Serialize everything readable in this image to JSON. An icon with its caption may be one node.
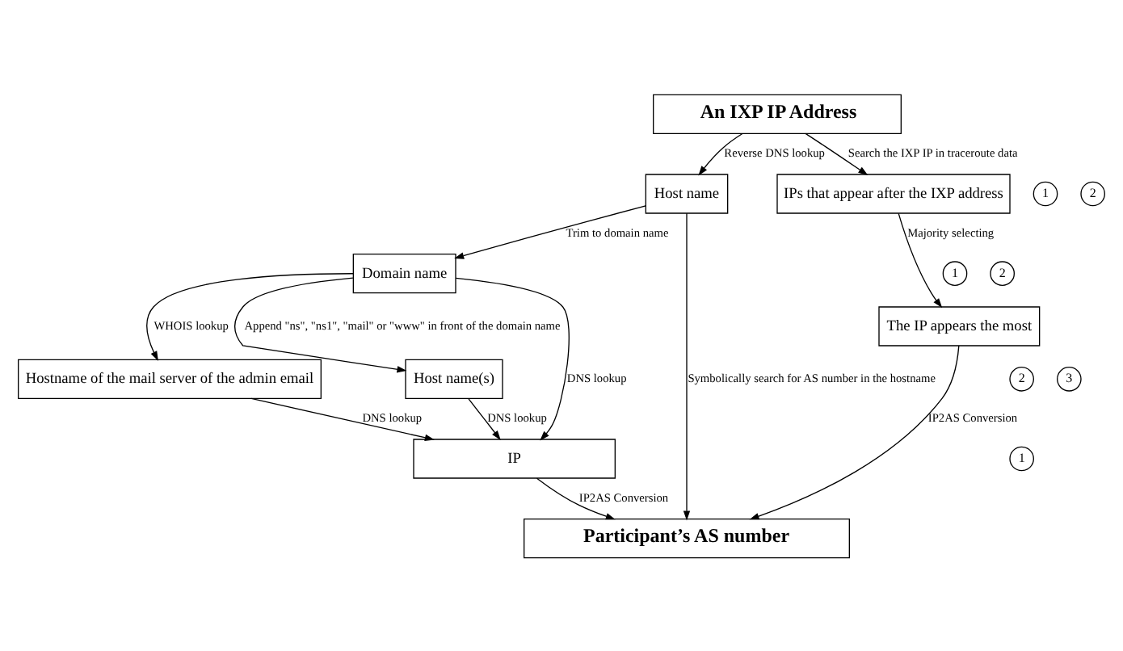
{
  "diagram": {
    "nodes": [
      {
        "text": [
          "An IXP IP Address"
        ]
      },
      {
        "text": [
          "1"
        ]
      },
      {
        "text": [
          "2"
        ]
      },
      {
        "text": [
          "Host name"
        ]
      },
      {
        "text": [
          "1"
        ]
      },
      {
        "text": [
          "2"
        ]
      },
      {
        "text": [
          "IPs that appear after the IXP address"
        ]
      },
      {
        "text": [
          "Domain name"
        ]
      },
      {
        "text": [
          "2"
        ]
      },
      {
        "text": [
          "3"
        ]
      },
      {
        "text": [
          "1"
        ]
      },
      {
        "text": [
          "Hostname of the mail server of the admin email"
        ]
      },
      {
        "text": [
          "Host name(s)"
        ]
      },
      {
        "text": [
          "The IP appears the most"
        ]
      },
      {
        "text": [
          "IP"
        ]
      },
      {
        "text": [
          "Participant’s AS number"
        ]
      }
    ],
    "edges": [
      {
        "from": 0,
        "to": 6,
        "arrow": "to",
        "label": "Search the IXP IP in traceroute data"
      },
      {
        "from": 0,
        "to": 3,
        "arrow": "to",
        "label": "Reverse DNS lookup"
      },
      {
        "from": 6,
        "to": 13,
        "arrow": "to",
        "label": "Majority selecting"
      },
      {
        "from": 3,
        "to": 15,
        "arrow": "to",
        "label": "Symbolically search for AS number in the hostname"
      },
      {
        "from": 3,
        "to": 7,
        "arrow": "to",
        "label": "Trim to domain name"
      },
      {
        "from": 7,
        "to": 11,
        "arrow": "to",
        "label": "WHOIS lookup"
      },
      {
        "from": 7,
        "to": 12,
        "arrow": "to",
        "label": "Append \"ns\", \"ns1\", \"mail\" or \"www\" in front of the domain name"
      },
      {
        "from": 7,
        "to": 14,
        "arrow": "to",
        "label": "DNS lookup"
      },
      {
        "from": 11,
        "to": 14,
        "arrow": "to",
        "label": "DNS lookup"
      },
      {
        "from": 12,
        "to": 14,
        "arrow": "to",
        "label": "DNS lookup"
      },
      {
        "from": 13,
        "to": 15,
        "arrow": "to",
        "label": "IP2AS Conversion"
      },
      {
        "from": 14,
        "to": 15,
        "arrow": "to",
        "label": "IP2AS Conversion"
      }
    ]
  }
}
